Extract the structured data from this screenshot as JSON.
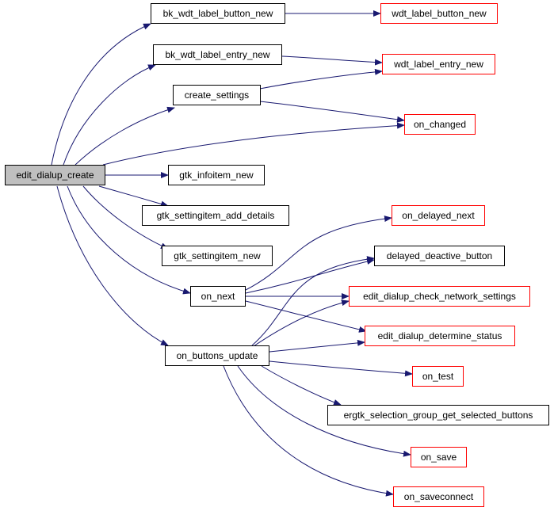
{
  "nodes": {
    "root": "edit_dialup_create",
    "bk_wdt_label_button_new": "bk_wdt_label_button_new",
    "wdt_label_button_new": "wdt_label_button_new",
    "bk_wdt_label_entry_new": "bk_wdt_label_entry_new",
    "wdt_label_entry_new": "wdt_label_entry_new",
    "create_settings": "create_settings",
    "on_changed": "on_changed",
    "gtk_infoitem_new": "gtk_infoitem_new",
    "gtk_settingitem_add_details": "gtk_settingitem_add_details",
    "gtk_settingitem_new": "gtk_settingitem_new",
    "on_delayed_next": "on_delayed_next",
    "delayed_deactive_button": "delayed_deactive_button",
    "on_next": "on_next",
    "edit_dialup_check_network_settings": "edit_dialup_check_network_settings",
    "edit_dialup_determine_status": "edit_dialup_determine_status",
    "on_buttons_update": "on_buttons_update",
    "on_test": "on_test",
    "ergtk_selection_group_get_selected_buttons": "ergtk_selection_group_get_selected_buttons",
    "on_save": "on_save",
    "on_saveconnect": "on_saveconnect"
  },
  "colors": {
    "edge": "#191970",
    "root_fill": "#bfbfbf",
    "documented_border": "#000000",
    "external_border": "#ff0000"
  }
}
